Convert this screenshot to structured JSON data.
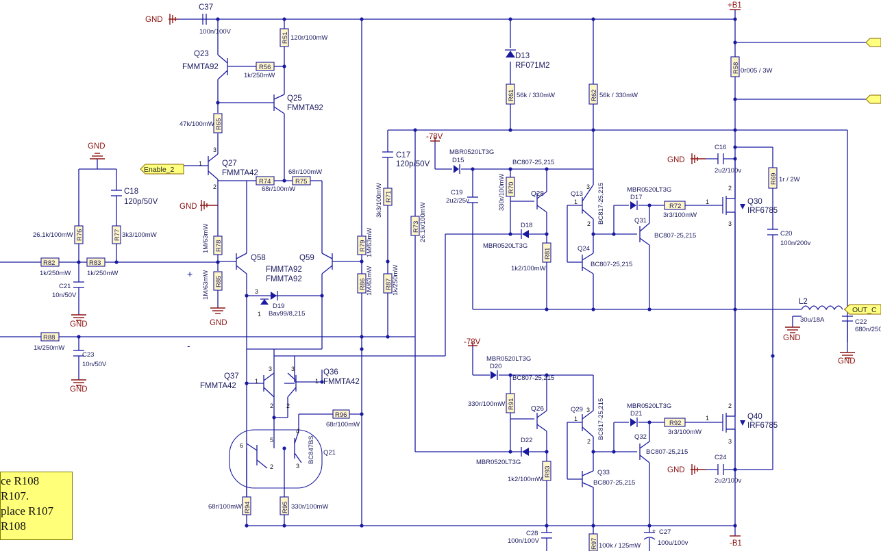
{
  "nets": {
    "gnd": "GND",
    "pos_rail": "+B1",
    "neg_rail": "-B1",
    "neg78": "-78V",
    "enable": "Enable_2",
    "out": "OUT_C",
    "plus": "+",
    "minus": "-"
  },
  "components": {
    "C37": {
      "ref": "C37",
      "val": "100n/100V"
    },
    "R51": {
      "ref": "R51",
      "val": "120r/100mW"
    },
    "Q23": {
      "ref": "Q23",
      "val": "FMMTA92"
    },
    "R56": {
      "ref": "R56",
      "val": "1k/250mW"
    },
    "Q25": {
      "ref": "Q25",
      "val": "FMMTA92"
    },
    "R65": {
      "ref": "R65",
      "val": "47k/100mW"
    },
    "Q27": {
      "ref": "Q27",
      "val": "FMMTA42"
    },
    "C18": {
      "ref": "C18",
      "val": "120p/50V"
    },
    "R76": {
      "ref": "R76",
      "val": "26.1k/100mW"
    },
    "R77": {
      "ref": "R77",
      "val": "3k3/100mW"
    },
    "R74": {
      "ref": "R74",
      "val": "68r/100mW"
    },
    "R75": {
      "ref": "R75",
      "val": "68r/100mW"
    },
    "R78": {
      "ref": "R78",
      "val": "1M/63mW"
    },
    "R85": {
      "ref": "R85",
      "val": "1M/63mW"
    },
    "Q58": {
      "ref": "Q58",
      "val": "FMMTA92"
    },
    "Q59": {
      "ref": "Q59",
      "val": "FMMTA92"
    },
    "R82": {
      "ref": "R82",
      "val": "1k/250mW"
    },
    "R83": {
      "ref": "R83",
      "val": "1k/250mW"
    },
    "C21": {
      "ref": "C21",
      "val": "10n/50V"
    },
    "D19": {
      "ref": "D19",
      "val": "Bav99/8,215"
    },
    "R88": {
      "ref": "R88",
      "val": "1k/250mW"
    },
    "C23": {
      "ref": "C23",
      "val": "10n/50V"
    },
    "Q37": {
      "ref": "Q37",
      "val": "FMMTA42"
    },
    "Q36": {
      "ref": "Q36",
      "val": "FMMTA42"
    },
    "R96": {
      "ref": "R96",
      "val": "68r/100mW"
    },
    "Q21": {
      "ref": "Q21",
      "val": "BC847BS"
    },
    "R94": {
      "ref": "R94",
      "val": "68r/100mW"
    },
    "R95": {
      "ref": "R95",
      "val": "330r/100mW"
    },
    "C17": {
      "ref": "C17",
      "val": "120p/50V"
    },
    "R71": {
      "ref": "R71",
      "val": "3k3/100mW"
    },
    "R73": {
      "ref": "R73",
      "val": "26.1k/100mW"
    },
    "R79": {
      "ref": "R79",
      "val": "1M/63mW"
    },
    "R86": {
      "ref": "R86",
      "val": "1M/63mW"
    },
    "R87": {
      "ref": "R87",
      "val": "1k/250mW"
    },
    "D13": {
      "ref": "D13",
      "val": "RF071M2"
    },
    "R61": {
      "ref": "R61",
      "val": "56k / 330mW"
    },
    "R62": {
      "ref": "R62",
      "val": "56k / 330mW"
    },
    "R58": {
      "ref": "R58",
      "val": "0r005 / 3W"
    },
    "D15": {
      "ref": "D15",
      "val": "MBR0520LT3G"
    },
    "C19": {
      "ref": "C19",
      "val": "2u2/25v"
    },
    "R70": {
      "ref": "R70",
      "val": "330r/100mW"
    },
    "Q28": {
      "ref": "Q28",
      "val": "BC807-25,215"
    },
    "D18": {
      "ref": "D18",
      "val": "MBR0520LT3G"
    },
    "R81": {
      "ref": "R81",
      "val": "1k2/100mW"
    },
    "Q13": {
      "ref": "Q13",
      "val": "BC817-25,215"
    },
    "Q24": {
      "ref": "Q24",
      "val": "BC807-25,215"
    },
    "D17": {
      "ref": "D17",
      "val": "MBR0520LT3G"
    },
    "R72": {
      "ref": "R72",
      "val": "3r3/100mW"
    },
    "Q31": {
      "ref": "Q31",
      "val": "BC807-25,215"
    },
    "C16": {
      "ref": "C16",
      "val": "2u2/100v"
    },
    "R69": {
      "ref": "R69",
      "val": "1r / 2W"
    },
    "Q30": {
      "ref": "Q30",
      "val": "IRF6785"
    },
    "C20": {
      "ref": "C20",
      "val": "100n/200v"
    },
    "L2": {
      "ref": "L2",
      "val": "30u/18A"
    },
    "C22": {
      "ref": "C22",
      "val": "680n/250"
    },
    "D20": {
      "ref": "D20",
      "val": "MBR0520LT3G"
    },
    "R91": {
      "ref": "R91",
      "val": "330r/100mW"
    },
    "Q26": {
      "ref": "Q26",
      "val": "BC807-25,215"
    },
    "D22": {
      "ref": "D22",
      "val": "MBR0520LT3G"
    },
    "R93": {
      "ref": "R93",
      "val": "1k2/100mW"
    },
    "Q29": {
      "ref": "Q29",
      "val": "BC817-25,215"
    },
    "Q33": {
      "ref": "Q33",
      "val": "BC807-25,215"
    },
    "D21": {
      "ref": "D21",
      "val": "MBR0520LT3G"
    },
    "R92": {
      "ref": "R92",
      "val": "3r3/100mW"
    },
    "Q32": {
      "ref": "Q32",
      "val": "BC807-25,215"
    },
    "Q40": {
      "ref": "Q40",
      "val": "IRF6785"
    },
    "C24": {
      "ref": "C24",
      "val": "2u2/100v"
    },
    "C28": {
      "ref": "C28",
      "val": "100n/100V"
    },
    "R97": {
      "ref": "R97",
      "val": "100k / 125mW"
    },
    "C27": {
      "ref": "C27",
      "val": "100u/100v"
    }
  },
  "note": {
    "lines": [
      "ce R108",
      "R107.",
      " place R107",
      "R108"
    ]
  }
}
